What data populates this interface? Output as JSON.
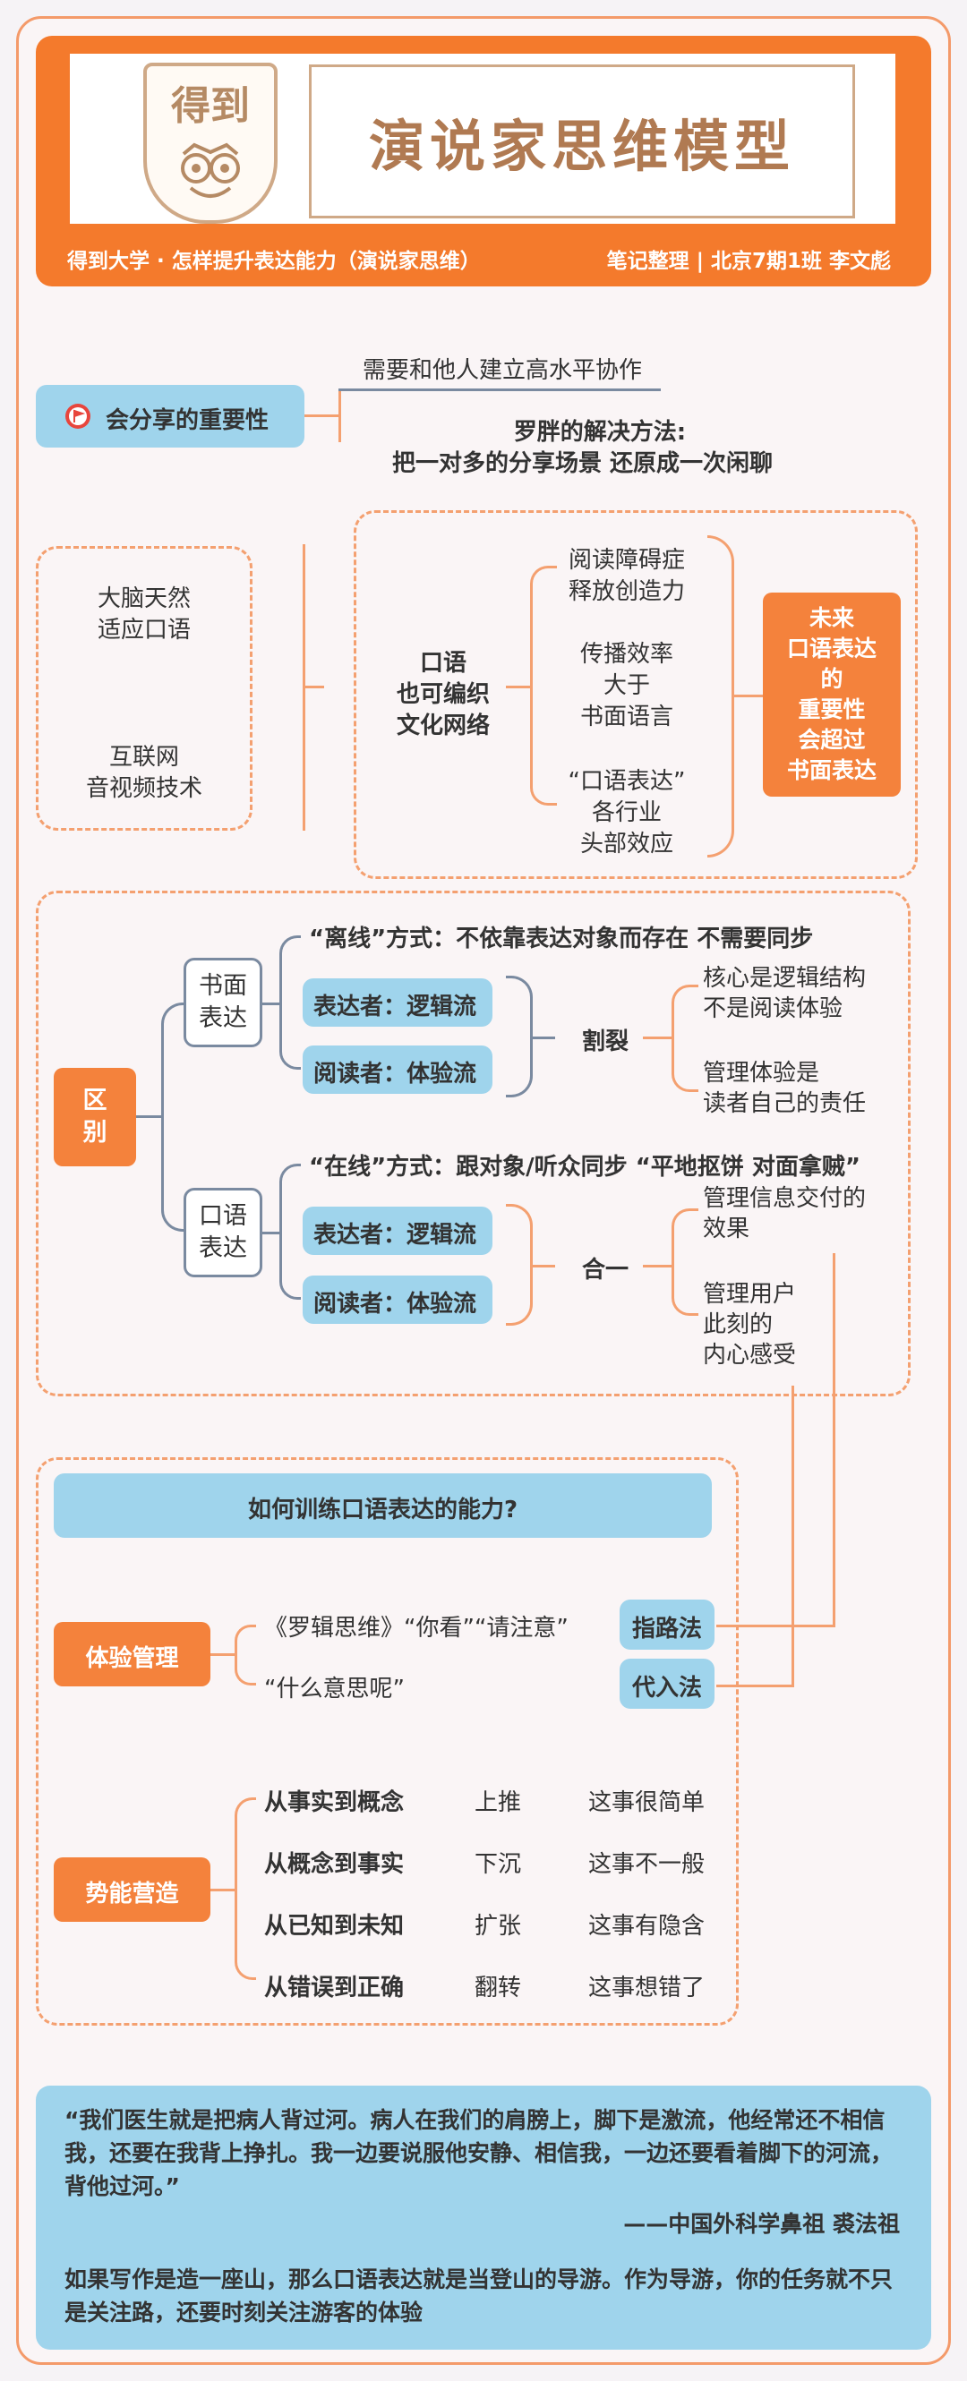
{
  "header": {
    "logo_text": "得到",
    "title": "演说家思维模型",
    "left_caption": "得到大学 · 怎样提升表达能力（演说家思维）",
    "right_caption": "笔记整理 | 北京7期1班 李文彪"
  },
  "section1": {
    "label": "会分享的重要性",
    "line1": "需要和他人建立高水平协作",
    "line2": "罗胖的解决方法:",
    "line3": "把一对多的分享场景 还原成一次闲聊"
  },
  "section2": {
    "left_item1_a": "大脑天然",
    "left_item1_b": "适应口语",
    "left_item2_a": "互联网",
    "left_item2_b": "音视频技术",
    "center_a": "口语",
    "center_b": "也可编织",
    "center_c": "文化网络",
    "branch1_a": "阅读障碍症",
    "branch1_b": "释放创造力",
    "branch2_a": "传播效率",
    "branch2_b": "大于",
    "branch2_c": "书面语言",
    "branch3_a": "“口语表达”",
    "branch3_b": "各行业",
    "branch3_c": "头部效应",
    "conclusion": [
      "未来",
      "口语表达",
      "的",
      "重要性",
      "会超过",
      "书面表达"
    ]
  },
  "section3": {
    "label_a": "区",
    "label_b": "别",
    "written_a": "书面",
    "written_b": "表达",
    "written_mode": "“离线”方式：不依靠表达对象而存在 不需要同步",
    "written_expresser": "表达者：逻辑流",
    "written_reader": "阅读者：体验流",
    "split": "割裂",
    "split_note1_a": "核心是逻辑结构",
    "split_note1_b": "不是阅读体验",
    "split_note2_a": "管理体验是",
    "split_note2_b": "读者自己的责任",
    "oral_a": "口语",
    "oral_b": "表达",
    "oral_mode": "“在线”方式：跟对象/听众同步 “平地抠饼 对面拿贼”",
    "oral_expresser": "表达者：逻辑流",
    "oral_reader": "阅读者：体验流",
    "merge": "合一",
    "merge_note1_a": "管理信息交付的",
    "merge_note1_b": "效果",
    "merge_note2_a": "管理用户",
    "merge_note2_b": "此刻的",
    "merge_note2_c": "内心感受"
  },
  "section4": {
    "question": "如何训练口语表达的能力?",
    "exp_label": "体验管理",
    "exp_line1": "《罗辑思维》“你看”“请注意”",
    "exp_line2": "“什么意思呢”",
    "method1": "指路法",
    "method2": "代入法",
    "pot_label": "势能营造",
    "rows": [
      {
        "a": "从事实到概念",
        "b": "上推",
        "c": "这事很简单"
      },
      {
        "a": "从概念到事实",
        "b": "下沉",
        "c": "这事不一般"
      },
      {
        "a": "从已知到未知",
        "b": "扩张",
        "c": "这事有隐含"
      },
      {
        "a": "从错误到正确",
        "b": "翻转",
        "c": "这事想错了"
      }
    ]
  },
  "quote": {
    "text": "“我们医生就是把病人背过河。病人在我们的肩膀上，脚下是激流，他经常还不相信我，还要在我背上挣扎。我一边要说服他安静、相信我，一边还要看着脚下的河流，背他过河。”",
    "author": "——中国外科学鼻祖 裘法祖",
    "closing": "如果写作是造一座山，那么口语表达就是当登山的导游。作为导游，你的任务就不只是关注路，还要时刻关注游客的体验"
  }
}
